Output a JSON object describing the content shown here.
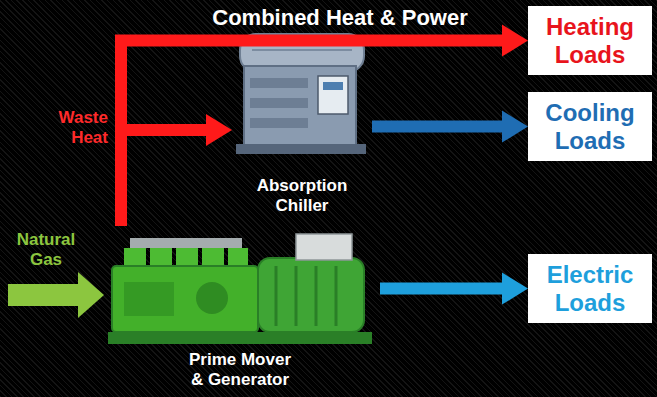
{
  "diagram": {
    "title": "Combined Heat & Power",
    "nodes": [
      {
        "text": [
          "Heating Loads"
        ]
      },
      {
        "text": [
          "Absorption Chiller"
        ]
      },
      {
        "text": [
          "Cooling Loads"
        ]
      },
      {
        "text": [
          "Electric Loads"
        ]
      },
      {
        "text": [
          "Prime Mover & Generator"
        ]
      }
    ],
    "edges": [
      {
        "from": 4,
        "to": 0,
        "arrow": "to"
      },
      {
        "from": 4,
        "to": 1,
        "arrow": "to"
      },
      {
        "from": 1,
        "to": 2,
        "arrow": "to"
      },
      {
        "from": 4,
        "to": 3,
        "arrow": "to"
      }
    ],
    "labels": [
      "Waste Heat",
      "Natural Gas"
    ]
  }
}
